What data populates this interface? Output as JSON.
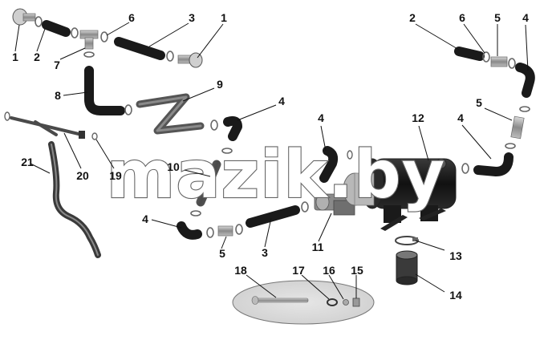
{
  "diagram": {
    "watermark": "mazik.by",
    "corner_mark": "",
    "callouts": [
      {
        "id": "c1a",
        "text": "1"
      },
      {
        "id": "c2a",
        "text": "2"
      },
      {
        "id": "c6a",
        "text": "6"
      },
      {
        "id": "c7",
        "text": "7"
      },
      {
        "id": "c3a",
        "text": "3"
      },
      {
        "id": "c1b",
        "text": "1"
      },
      {
        "id": "c8",
        "text": "8"
      },
      {
        "id": "c9",
        "text": "9"
      },
      {
        "id": "c4a",
        "text": "4"
      },
      {
        "id": "c21",
        "text": "21"
      },
      {
        "id": "c20",
        "text": "20"
      },
      {
        "id": "c19",
        "text": "19"
      },
      {
        "id": "c10",
        "text": "10"
      },
      {
        "id": "c4b",
        "text": "4"
      },
      {
        "id": "c2b",
        "text": "2"
      },
      {
        "id": "c6b",
        "text": "6"
      },
      {
        "id": "c5a",
        "text": "5"
      },
      {
        "id": "c4c",
        "text": "4"
      },
      {
        "id": "c5b",
        "text": "5"
      },
      {
        "id": "c4d",
        "text": "4"
      },
      {
        "id": "c12",
        "text": "12"
      },
      {
        "id": "c4e",
        "text": "4"
      },
      {
        "id": "c5c",
        "text": "5"
      },
      {
        "id": "c3b",
        "text": "3"
      },
      {
        "id": "c11",
        "text": "11"
      },
      {
        "id": "c13",
        "text": "13"
      },
      {
        "id": "c14",
        "text": "14"
      },
      {
        "id": "c18",
        "text": "18"
      },
      {
        "id": "c17",
        "text": "17"
      },
      {
        "id": "c16",
        "text": "16"
      },
      {
        "id": "c15",
        "text": "15"
      }
    ]
  }
}
